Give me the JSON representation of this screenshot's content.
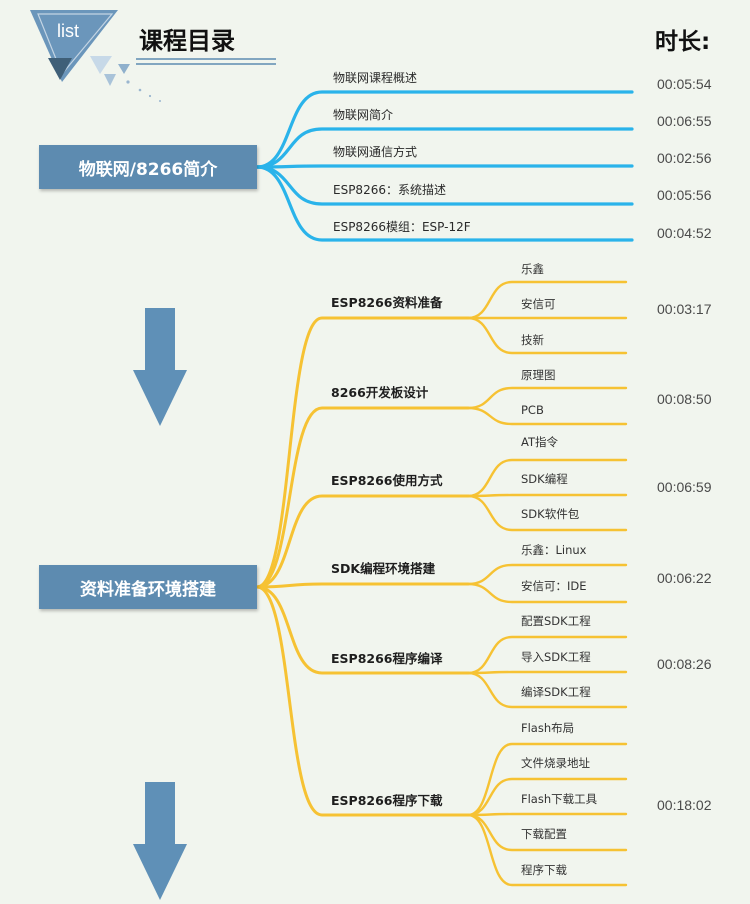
{
  "header": {
    "badge": "list",
    "title": "课程目录",
    "duration_heading": "时长:"
  },
  "section1": {
    "root_label": "物联网/8266简介",
    "branch_color": "#2ab3ea",
    "items": [
      {
        "label": "物联网课程概述",
        "duration": "00:05:54"
      },
      {
        "label": "物联网简介",
        "duration": "00:06:55"
      },
      {
        "label": "物联网通信方式",
        "duration": "00:02:56"
      },
      {
        "label": "ESP8266：系统描述",
        "duration": "00:05:56"
      },
      {
        "label": "ESP8266模组：ESP-12F",
        "duration": "00:04:52"
      }
    ]
  },
  "section2": {
    "root_label": "资料准备环境搭建",
    "branch_color": "#f6c233",
    "topics": [
      {
        "label": "ESP8266资料准备",
        "duration": "00:03:17",
        "children": [
          "乐鑫",
          "安信可",
          "技新"
        ]
      },
      {
        "label": "8266开发板设计",
        "duration": "00:08:50",
        "children": [
          "原理图",
          "PCB"
        ]
      },
      {
        "label": "ESP8266使用方式",
        "duration": "00:06:59",
        "children": [
          "AT指令",
          "SDK编程",
          "SDK软件包"
        ]
      },
      {
        "label": "SDK编程环境搭建",
        "duration": "00:06:22",
        "children": [
          "乐鑫：Linux",
          "安信可：IDE"
        ]
      },
      {
        "label": "ESP8266程序编译",
        "duration": "00:08:26",
        "children": [
          "配置SDK工程",
          "导入SDK工程",
          "编译SDK工程"
        ]
      },
      {
        "label": "ESP8266程序下载",
        "duration": "00:18:02",
        "children": [
          "Flash布局",
          "文件烧录地址",
          "Flash下载工具",
          "下载配置",
          "程序下载"
        ]
      }
    ]
  },
  "colors": {
    "arrow": "#5f90b7",
    "root_fill": "#5d8bb0",
    "header_triangle": "#6b96bb",
    "header_line": "#5d8bb0"
  }
}
